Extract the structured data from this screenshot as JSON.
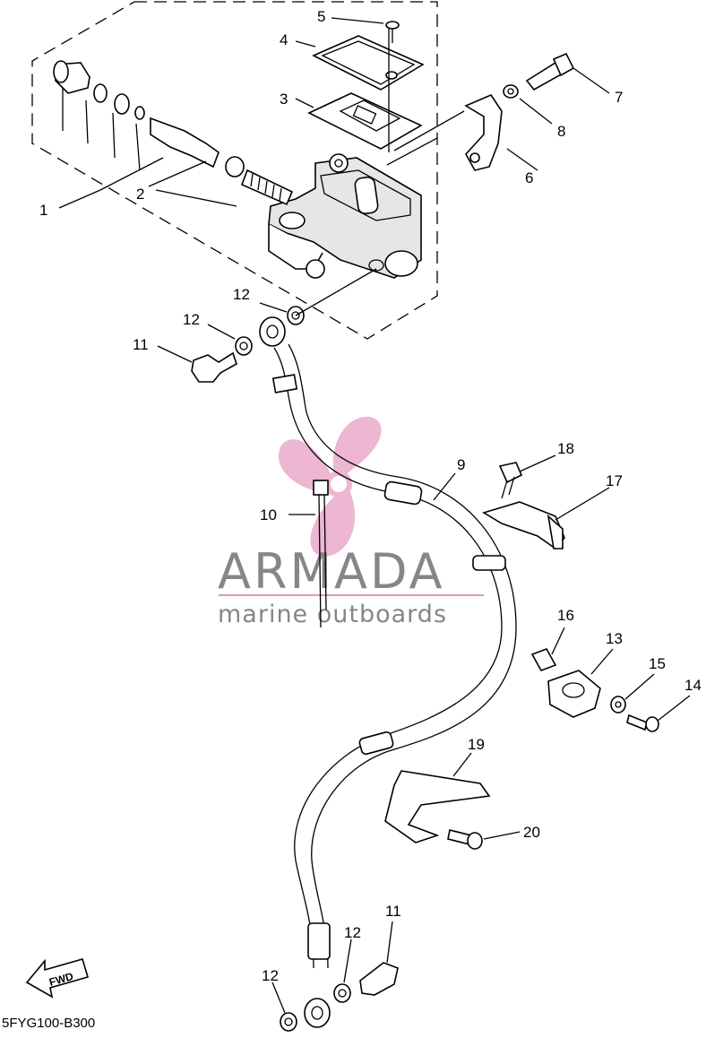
{
  "diagram": {
    "callouts": {
      "c1": "1",
      "c2": "2",
      "c3": "3",
      "c4": "4",
      "c5": "5",
      "c6": "6",
      "c7": "7",
      "c8": "8",
      "c9": "9",
      "c10": "10",
      "c11a": "11",
      "c11b": "11",
      "c12a": "12",
      "c12b": "12",
      "c12c": "12",
      "c12d": "12",
      "c13": "13",
      "c14": "14",
      "c15": "15",
      "c16": "16",
      "c17": "17",
      "c18": "18",
      "c19": "19",
      "c20": "20"
    },
    "fwd_label": "FWD",
    "drawing_code": "5FYG100-B300"
  },
  "watermark": {
    "brand": "ARMADA",
    "tagline": "marine outboards",
    "accent_color": "#e07bb0",
    "text_color": "#7a7a7a"
  }
}
